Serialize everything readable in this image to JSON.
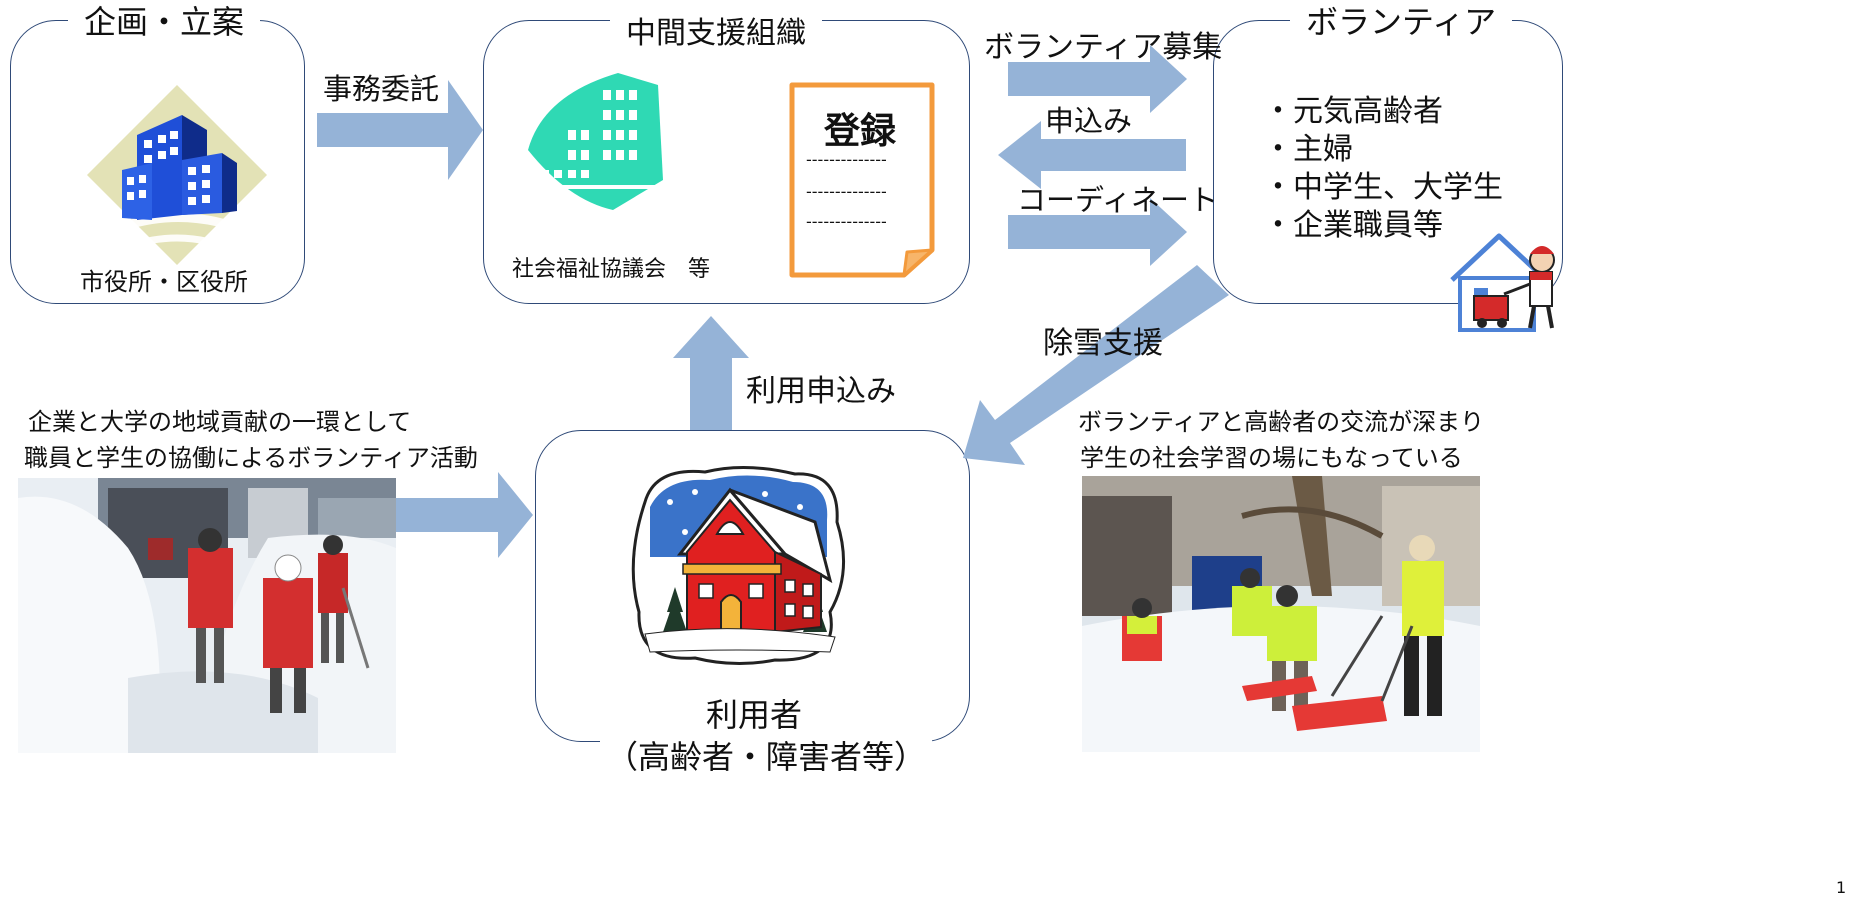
{
  "boxes": {
    "planning_title": "企画・立案",
    "city_office_label": "市役所・区役所",
    "intermediary_title": "中間支援組織",
    "social_welfare_label": "社会福祉協議会　等",
    "volunteer_title": "ボランティア",
    "volunteer_list": [
      "・元気高齢者",
      "・主婦",
      "・中学生、大学生",
      "・企業職員等"
    ],
    "user_title": "利用者",
    "user_subtitle": "（高齢者・障害者等）"
  },
  "register_doc": {
    "title": "登録",
    "lines": [
      "--------------",
      "--------------",
      "--------------"
    ]
  },
  "arrows": {
    "office_work_consignment": "事務委託",
    "volunteer_recruitment": "ボランティア募集",
    "application": "申込み",
    "coordinate": "コーディネート",
    "snow_removal_support": "除雪支援",
    "usage_application": "利用申込み"
  },
  "captions": {
    "left_photo": [
      "企業と大学の地域貢献の一環として",
      "職員と学生の協働によるボランティア活動"
    ],
    "right_photo": [
      "ボランティアと高齢者の交流が深まり",
      "学生の社会学習の場にもなっている"
    ]
  },
  "page_number": "1",
  "colors": {
    "box_border": "#2f4a78",
    "arrow_fill": "#95b3d7",
    "doc_border": "#f39a3c",
    "teal_building": "#2fd9b4"
  },
  "icons": [
    "city-buildings-icon",
    "hospital-building-icon",
    "document-icon",
    "house-snowblower-icon",
    "snowy-house-icon"
  ]
}
